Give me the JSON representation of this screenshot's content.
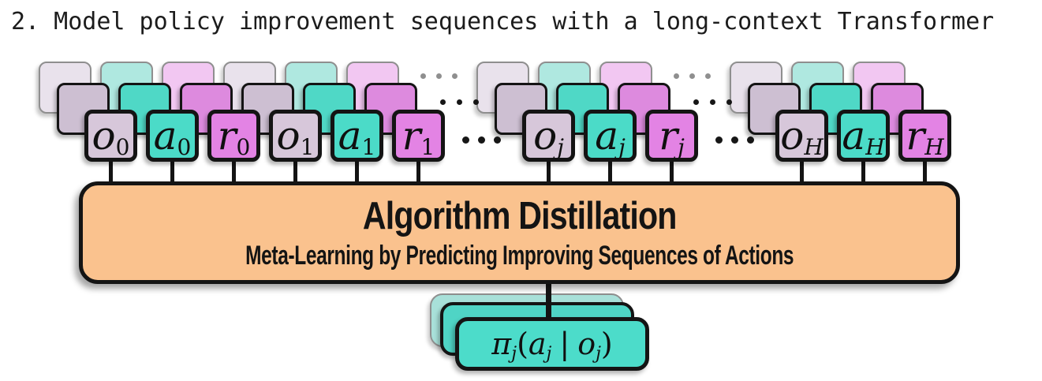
{
  "title": "2. Model policy improvement sequences with a long-context Transformer",
  "sequence": {
    "groups": [
      {
        "type": "tokens",
        "tokens": [
          {
            "base": "o",
            "sub": "0",
            "kind": "observation"
          },
          {
            "base": "a",
            "sub": "0",
            "kind": "action"
          },
          {
            "base": "r",
            "sub": "0",
            "kind": "reward"
          },
          {
            "base": "o",
            "sub": "1",
            "kind": "observation"
          },
          {
            "base": "a",
            "sub": "1",
            "kind": "action"
          },
          {
            "base": "r",
            "sub": "1",
            "kind": "reward"
          }
        ]
      },
      {
        "type": "ellipsis"
      },
      {
        "type": "tokens",
        "tokens": [
          {
            "base": "o",
            "sub": "j",
            "kind": "observation"
          },
          {
            "base": "a",
            "sub": "j",
            "kind": "action"
          },
          {
            "base": "r",
            "sub": "j",
            "kind": "reward"
          }
        ]
      },
      {
        "type": "ellipsis"
      },
      {
        "type": "tokens",
        "tokens": [
          {
            "base": "o",
            "sub": "H",
            "kind": "observation"
          },
          {
            "base": "a",
            "sub": "H",
            "kind": "action"
          },
          {
            "base": "r",
            "sub": "H",
            "kind": "reward"
          }
        ]
      }
    ]
  },
  "palette": {
    "observation": {
      "front": "#d7c7da",
      "middle": "#cdbfd2",
      "back": "#e9e2ec"
    },
    "action": {
      "front": "#4bdbc8",
      "middle": "#4fd8c6",
      "back": "#afe8e0"
    },
    "reward": {
      "front": "#e383e4",
      "middle": "#dd8ade",
      "back": "#f2c7f2"
    },
    "policy": {
      "front": "#4cdcca",
      "middle": "#4fd4c5",
      "back": "#a8e0d9"
    },
    "box_fill": "#fac28e",
    "outline": "#141414",
    "ellipsis_back": "#8f8f8f",
    "ellipsis_front": "#161616"
  },
  "ad_box": {
    "title": "Algorithm Distillation",
    "subtitle": "Meta-Learning by Predicting Improving Sequences of Actions"
  },
  "policy_label": {
    "pi": "π",
    "pi_sub": "j",
    "open_paren": "(",
    "arg_a": "a",
    "arg_a_sub": "j",
    "separator": "|",
    "arg_o": "o",
    "arg_o_sub": "j",
    "close_paren": ")"
  }
}
